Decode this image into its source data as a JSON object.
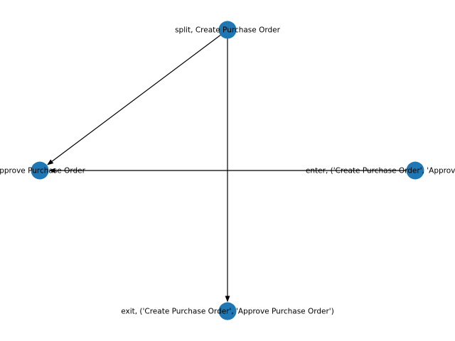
{
  "graph": {
    "node_color": "#1f77b4",
    "edge_color": "#000000",
    "nodes": [
      {
        "id": "split",
        "label": "split, Create Purchase Order"
      },
      {
        "id": "approve",
        "label": "Approve Purchase Order"
      },
      {
        "id": "enter",
        "label": "enter, ('Create Purchase Order', 'Approve Purchase Order')"
      },
      {
        "id": "exit",
        "label": "exit, ('Create Purchase Order', 'Approve Purchase Order')"
      }
    ],
    "edges": [
      {
        "from": "split",
        "to": "approve"
      },
      {
        "from": "split",
        "to": "exit"
      },
      {
        "from": "enter",
        "to": "approve"
      }
    ]
  }
}
